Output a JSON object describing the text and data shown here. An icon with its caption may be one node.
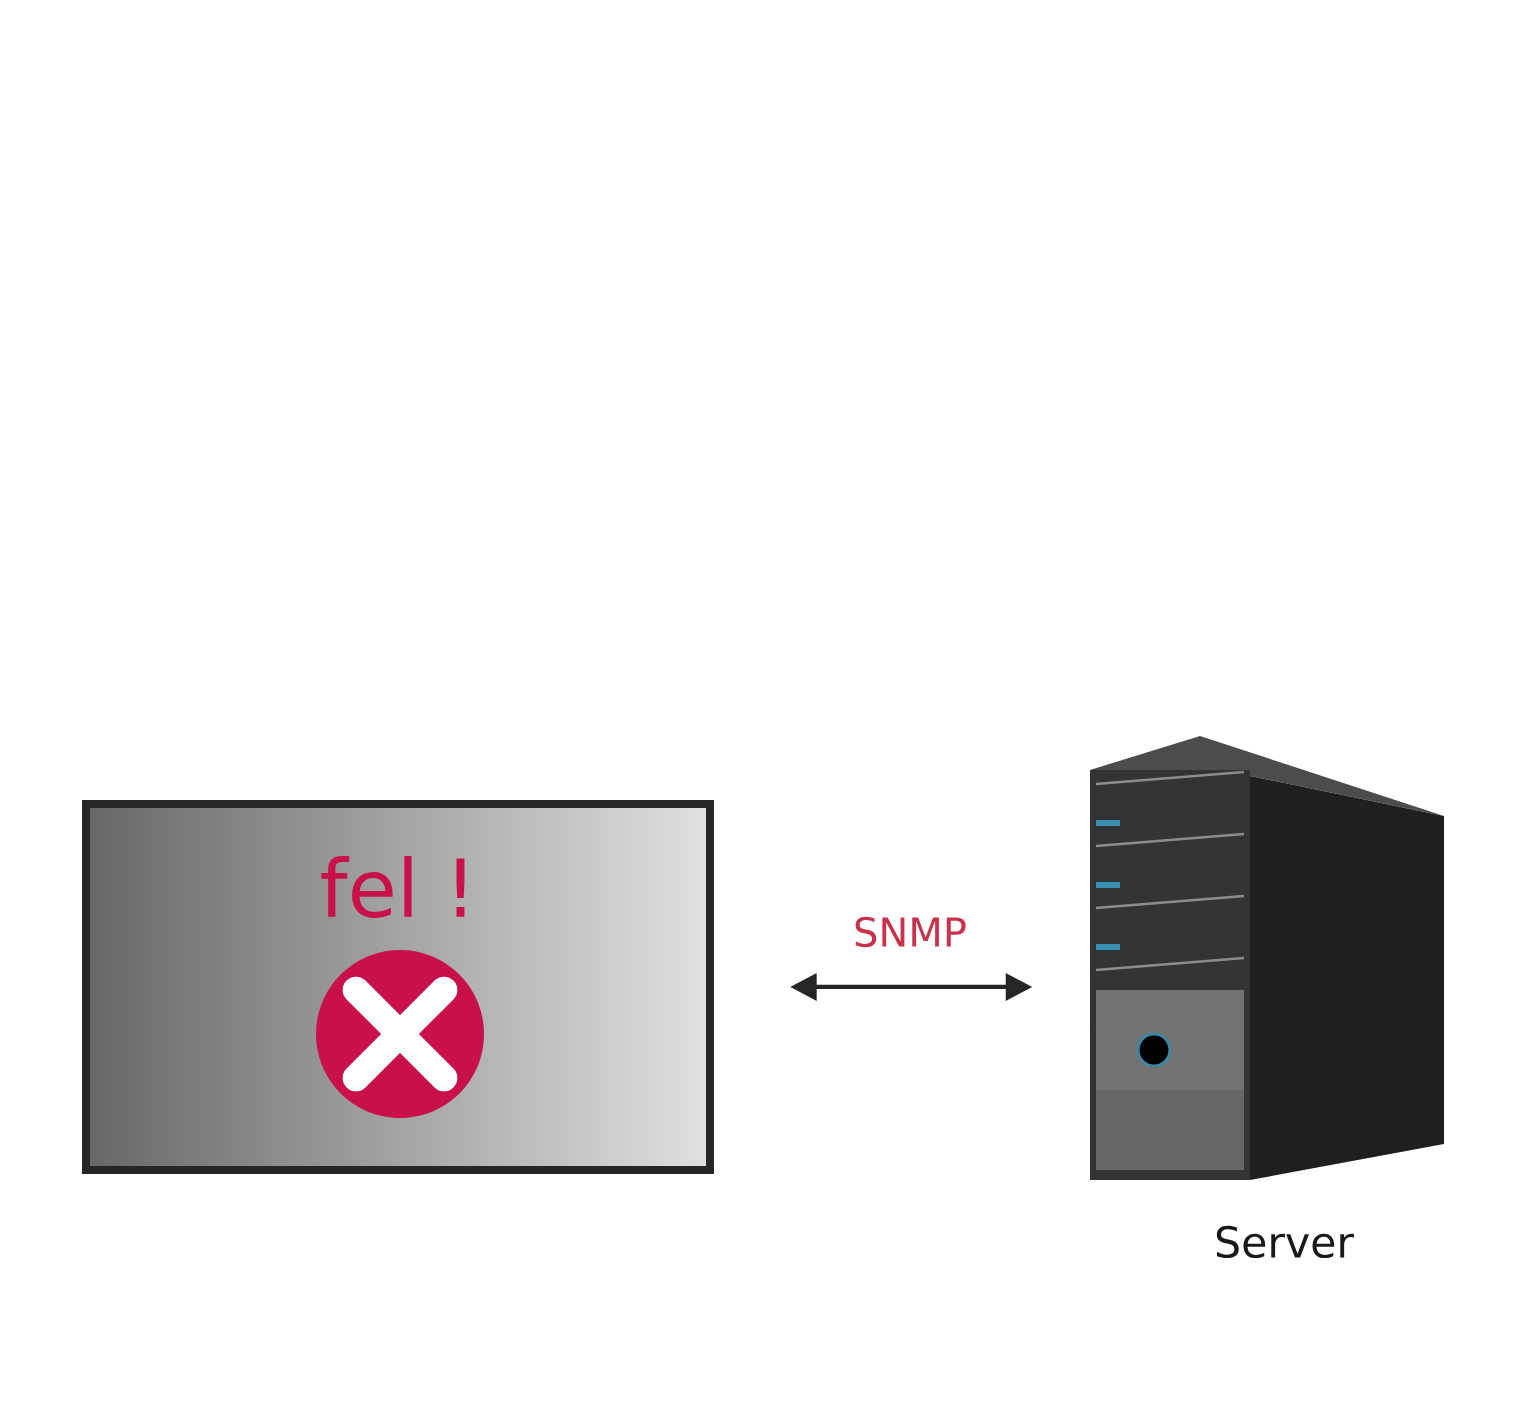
{
  "diagram": {
    "nodes": [
      {
        "text": [
          "fel !"
        ]
      },
      {
        "text": [],
        "shape": "picture",
        "beside": [
          "Server"
        ]
      }
    ],
    "edges": [
      {
        "from": 0,
        "to": 1,
        "arrow": "both",
        "label": "SNMP"
      }
    ]
  }
}
